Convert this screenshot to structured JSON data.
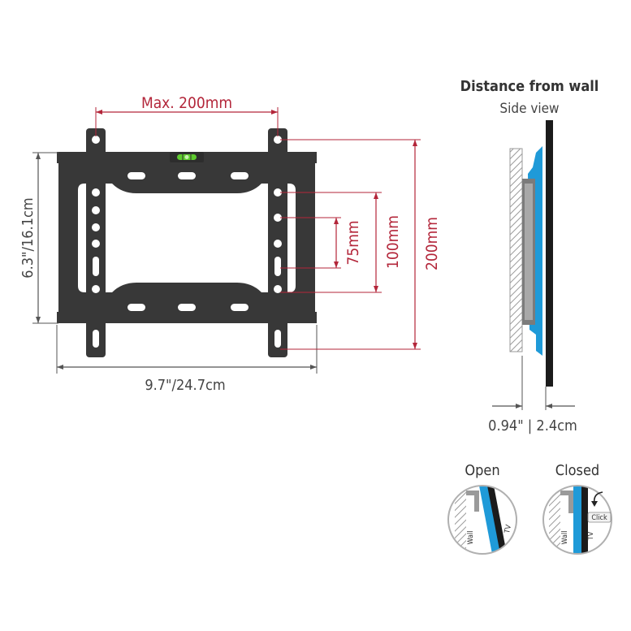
{
  "colors": {
    "dimension_red": "#b3263a",
    "bracket": "#383838",
    "bracket_hole": "#ffffff",
    "dimension_grey": "#555555",
    "accent_blue": "#1f9ad8",
    "wall_hatch": "#9a9a9a",
    "level_green": "#5ecb2e"
  },
  "front_view": {
    "max_spacing_label": "Max. 200mm",
    "height_label": "6.3\"/16.1cm",
    "width_label": "9.7\"/24.7cm",
    "vertical_dims": [
      {
        "label": "75mm"
      },
      {
        "label": "100mm"
      },
      {
        "label": "200mm"
      }
    ]
  },
  "side_view": {
    "title": "Distance from wall",
    "subtitle": "Side view",
    "distance_label": "0.94\" | 2.4cm"
  },
  "lock_states": {
    "open": {
      "label": "Open",
      "wall": "Wall",
      "tv": "TV"
    },
    "closed": {
      "label": "Closed",
      "wall": "Wall",
      "tv": "TV",
      "click": "Click"
    }
  }
}
